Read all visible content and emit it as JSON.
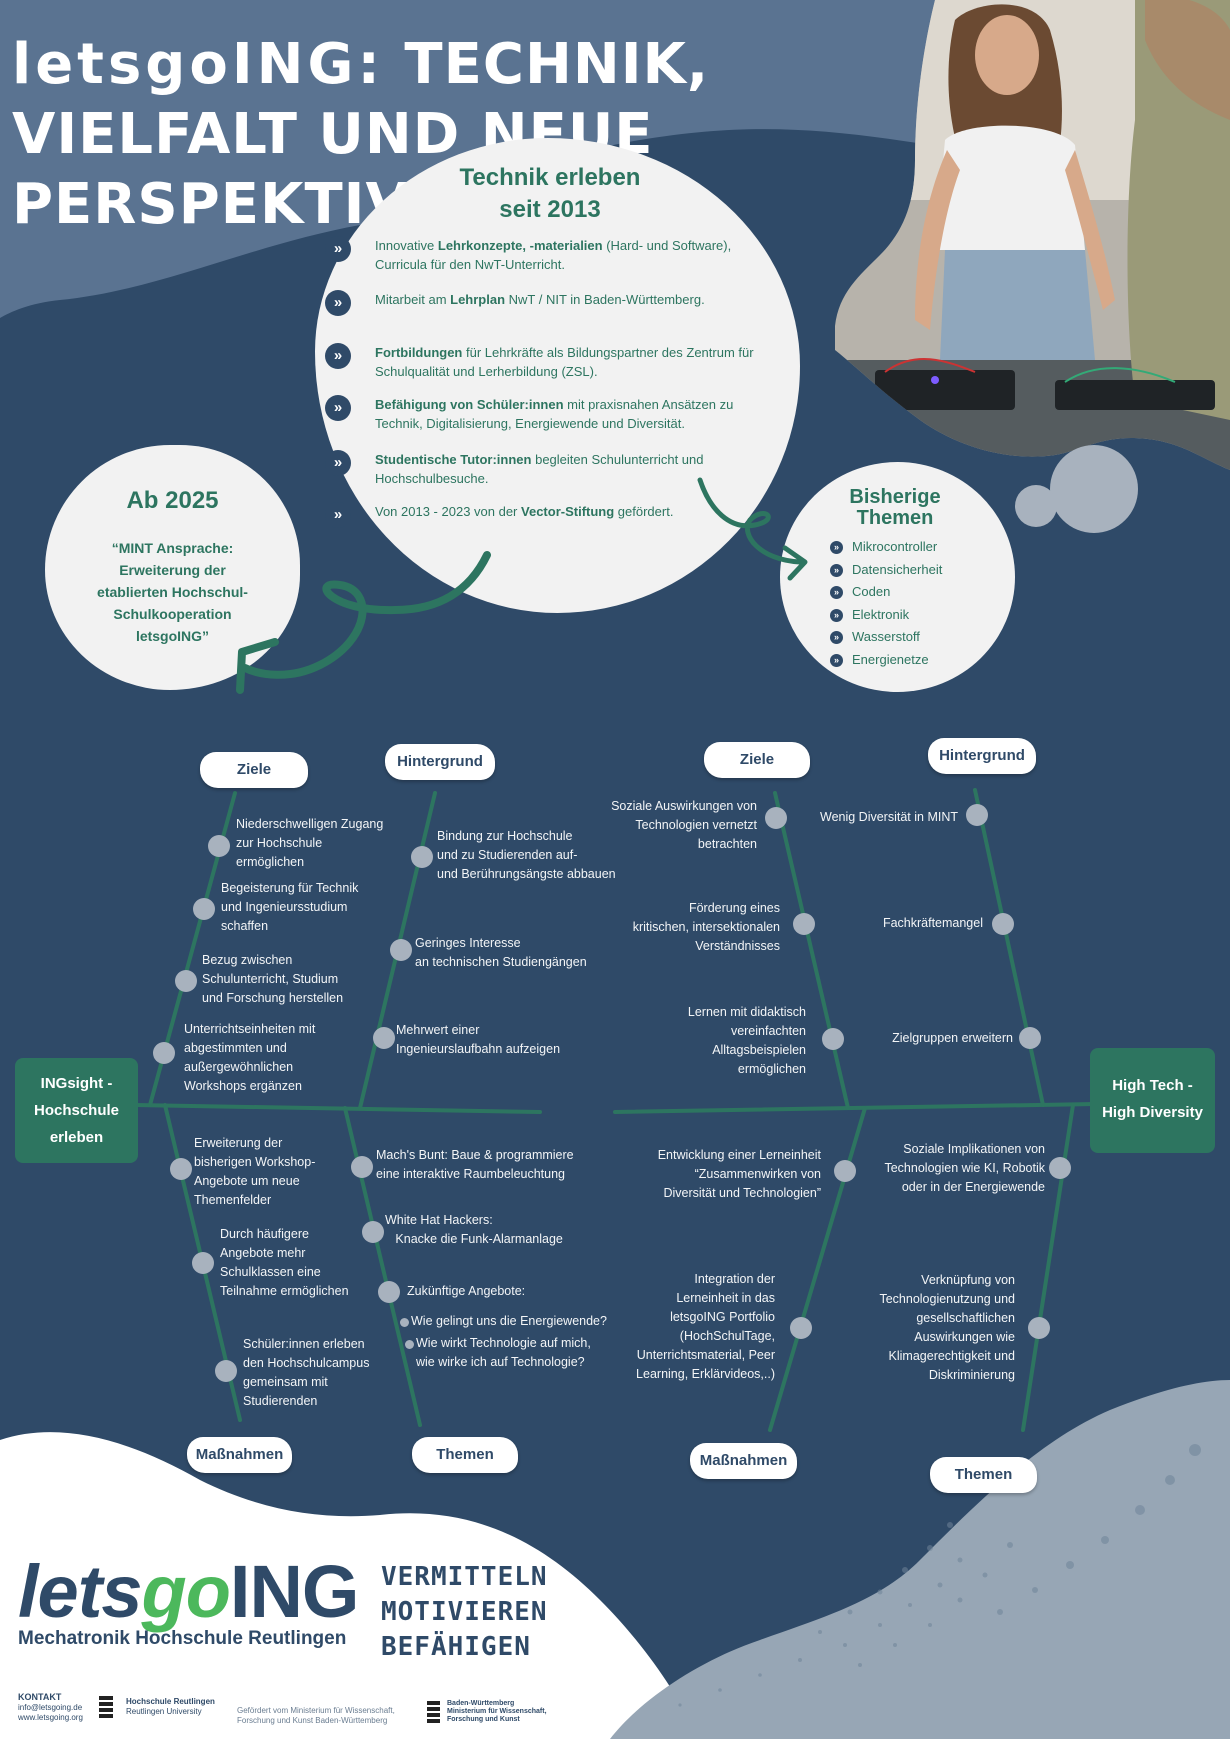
{
  "title": {
    "brand": "letsgoING:",
    "rest": "TECHNIK, VIELFALT UND NEUE PERSPEKTIVEN"
  },
  "colors": {
    "navy": "#2f4a68",
    "green": "#2d7560",
    "light_gray": "#a8b2be",
    "white": "#ffffff"
  },
  "center_bubble": {
    "heading_1": "Technik erleben",
    "heading_2": "seit 2013",
    "items": [
      {
        "icon": "chevron-double-right-icon",
        "pre": "Innovative ",
        "bold": "Lehrkonzepte, -materialien",
        "post": " (Hard- und Software), Curricula für den NwT-Unterricht."
      },
      {
        "icon": "chevron-double-right-icon",
        "pre": "Mitarbeit am ",
        "bold": "Lehrplan",
        "post": " NwT / NIT in Baden-Württemberg."
      },
      {
        "icon": "chevron-double-right-icon",
        "pre": "",
        "bold": "Fortbildungen",
        "post": " für Lehrkräfte als Bildungspartner des Zentrum für Schulqualität und Lerherbildung (ZSL)."
      },
      {
        "icon": "chevron-double-right-icon",
        "pre": "",
        "bold": "Befähigung von Schüler:innen",
        "post": " mit praxisnahen Ansätzen zu Technik, Digitalisierung, Energiewende und Diversität."
      },
      {
        "icon": "chevron-double-right-icon",
        "pre": "",
        "bold": "Studentische Tutor:innen",
        "post": " begleiten Schulunterricht und Hochschulbesuche."
      },
      {
        "icon": "chevron-double-right-icon",
        "pre": "Von 2013 - 2023 von der ",
        "bold": "Vector-Stiftung",
        "post": " gefördert."
      }
    ]
  },
  "left_bubble": {
    "heading": "Ab 2025",
    "lines": [
      "“MINT Ansprache:",
      "Erweiterung der",
      "etablierten Hochschul-",
      "Schulkooperation",
      "letsgoING”"
    ]
  },
  "right_bubble": {
    "heading_1": "Bisherige",
    "heading_2": "Themen",
    "items": [
      "Mikrocontroller",
      "Datensicherheit",
      "Coden",
      "Elektronik",
      "Wasserstoff",
      "Energienetze"
    ]
  },
  "fish_left": {
    "head": [
      "INGsight -",
      "Hochschule",
      "erleben"
    ],
    "labels": {
      "ziele": "Ziele",
      "hintergrund": "Hintergrund",
      "massnahmen": "Maßnahmen",
      "themen": "Themen"
    },
    "ziele": [
      [
        "Niederschwelligen Zugang",
        "zur Hochschule",
        "ermöglichen"
      ],
      [
        "Begeisterung für Technik",
        "und Ingenieursstudium",
        "schaffen"
      ],
      [
        "Bezug zwischen",
        "Schulunterricht, Studium",
        "und Forschung herstellen"
      ],
      [
        "Unterrichtseinheiten mit",
        "abgestimmten und",
        "außergewöhnlichen",
        "Workshops ergänzen"
      ]
    ],
    "hintergrund": [
      [
        "Bindung zur Hochschule",
        "und zu Studierenden auf-",
        "und Berührungsängste abbauen"
      ],
      [
        "Geringes Interesse",
        "an technischen Studiengängen"
      ],
      [
        "Mehrwert einer",
        "Ingenieurslaufbahn aufzeigen"
      ]
    ],
    "massnahmen": [
      [
        "Erweiterung der",
        "bisherigen Workshop-",
        "Angebote um neue",
        "Themenfelder"
      ],
      [
        "Durch häufigere",
        "Angebote mehr",
        "Schulklassen eine",
        "Teilnahme ermöglichen"
      ],
      [
        "Schüler:innen erleben",
        "den Hochschulcampus",
        "gemeinsam mit",
        "Studierenden"
      ]
    ],
    "themen": [
      [
        "Mach's Bunt: Baue & programmiere",
        "eine interaktive Raumbeleuchtung"
      ],
      [
        "White Hat Hackers:",
        "   Knacke die Funk-Alarmanlage"
      ],
      [
        "Zukünftige Angebote:"
      ]
    ],
    "themen_sub": [
      [
        "Wie gelingt uns die Energiewende?"
      ],
      [
        "Wie wirkt Technologie auf mich,",
        "wie wirke ich auf Technologie?"
      ]
    ]
  },
  "fish_right": {
    "head": [
      "High Tech -",
      "High Diversity"
    ],
    "labels": {
      "ziele": "Ziele",
      "hintergrund": "Hintergrund",
      "massnahmen": "Maßnahmen",
      "themen": "Themen"
    },
    "ziele": [
      [
        "Soziale Auswirkungen von",
        "Technologien vernetzt",
        "betrachten"
      ],
      [
        "Förderung eines",
        "kritischen, intersektionalen",
        "Verständnisses"
      ],
      [
        "Lernen mit didaktisch",
        "vereinfachten",
        "Alltagsbeispielen",
        "ermöglichen"
      ]
    ],
    "hintergrund": [
      [
        "Wenig Diversität in MINT"
      ],
      [
        "Fachkräftemangel"
      ],
      [
        "Zielgruppen erweitern"
      ]
    ],
    "massnahmen": [
      [
        "Entwicklung einer Lerneinheit",
        "“Zusammenwirken von",
        "Diversität und Technologien”"
      ],
      [
        "Integration der",
        "Lerneinheit in das",
        "letsgoING Portfolio",
        "(HochSchulTage,",
        "Unterrichtsmaterial, Peer",
        "Learning, Erklärvideos,..)"
      ]
    ],
    "themen": [
      [
        "Soziale Implikationen von",
        "Technologien wie KI, Robotik",
        "oder in der Energiewende"
      ],
      [
        "Verknüpfung von",
        "Technologienutzung und",
        "gesellschaftlichen",
        "Auswirkungen wie",
        "Klimagerechtigkeit und",
        "Diskriminierung"
      ]
    ]
  },
  "logo": {
    "lets": "lets",
    "go": "go",
    "ing": "ING",
    "subtitle": "Mechatronik Hochschule Reutlingen",
    "slogan": [
      "VERMITTELN",
      "MOTIVIEREN",
      "BEFÄHIGEN"
    ]
  },
  "footer": {
    "kontakt_label": "KONTAKT",
    "kontakt_lines": [
      "info@letsgoing.de",
      "www.letsgoing.org"
    ],
    "hs_lines": [
      "Hochschule Reutlingen",
      "Reutlingen University"
    ],
    "gefoerdert_lines": [
      "Gefördert vom Ministerium für Wissenschaft,",
      "Forschung und Kunst Baden-Württemberg"
    ],
    "bw_lines": [
      "Baden-Württemberg",
      "Ministerium für Wissenschaft,",
      "Forschung und Kunst"
    ]
  }
}
